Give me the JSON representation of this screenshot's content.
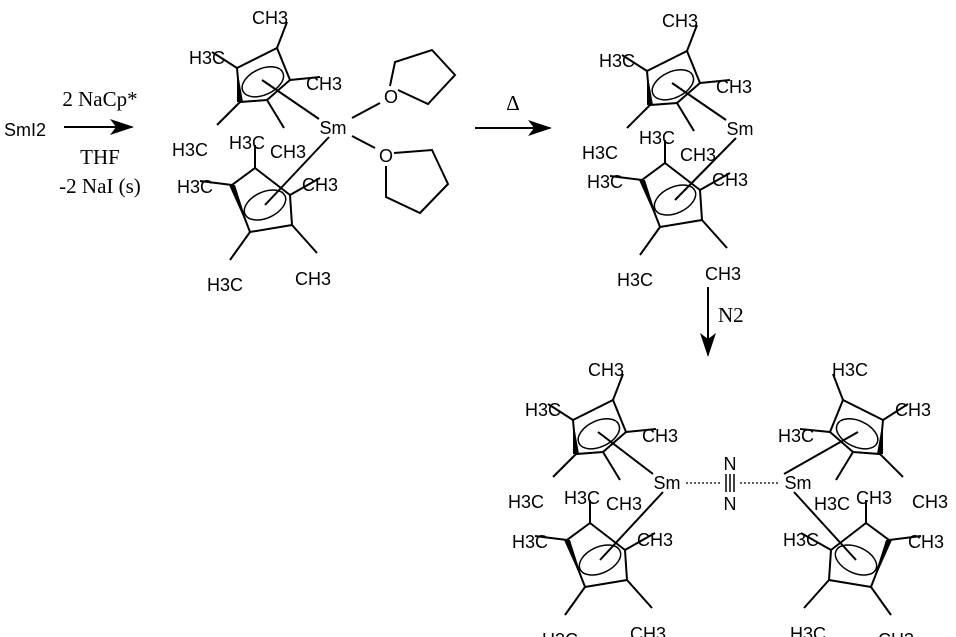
{
  "reaction": {
    "starting_material": "SmI2",
    "step1": {
      "reagent": "2 NaCp*",
      "solvent": "THF",
      "byproduct": "-2 NaI (s)"
    },
    "step2": {
      "condition": "Δ"
    },
    "step3": {
      "reagent": "N2"
    }
  },
  "atoms": {
    "metal": "Sm",
    "oxygen": "O",
    "nitrogen": "N"
  },
  "methyl": {
    "left": "H3C",
    "right": "CH3"
  }
}
